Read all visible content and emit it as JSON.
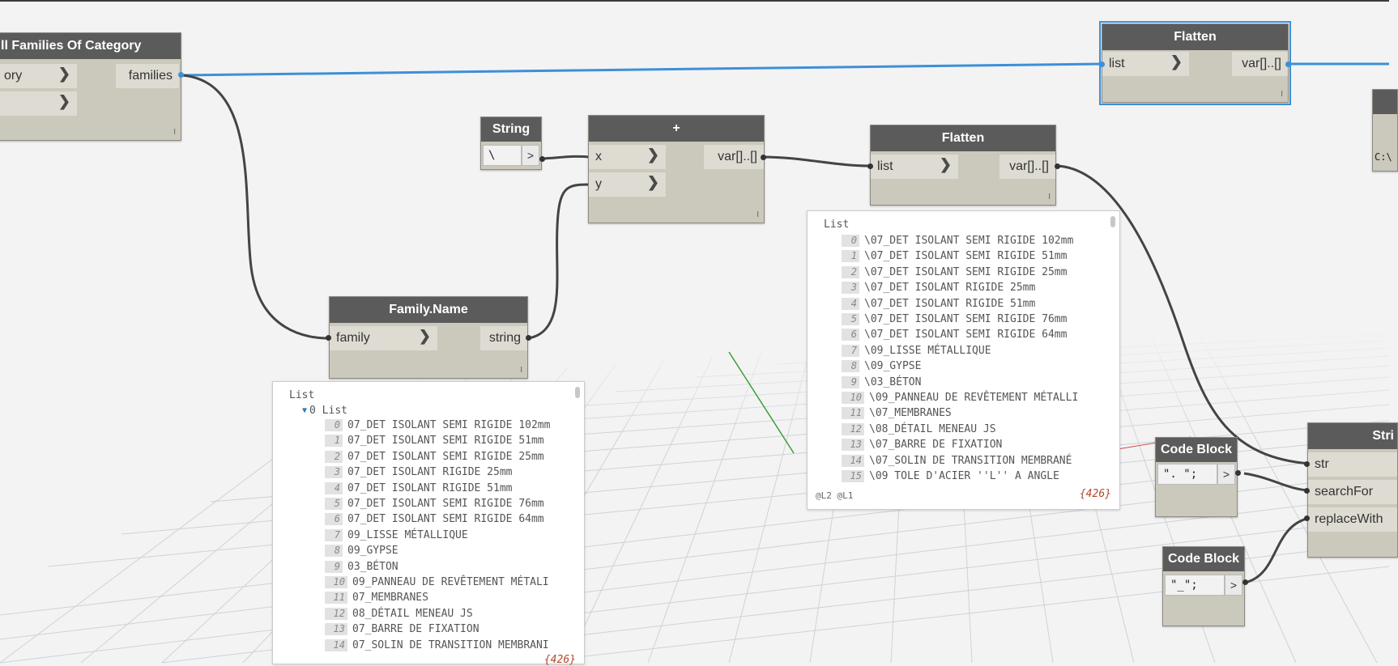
{
  "canvas": {
    "wire_color": "#3d8fd8",
    "grid_axis_color": "#3b9e3b",
    "grid_axis_red": "#d04a4a"
  },
  "nodes": {
    "all_families": {
      "title": "ll Families Of Category",
      "in1": "ory",
      "out1": "families"
    },
    "string_node": {
      "title": "String",
      "value": "\\",
      "arrow": ">"
    },
    "plus_node": {
      "title": "+",
      "in1": "x",
      "in2": "y",
      "out1": "var[]..[]"
    },
    "flatten_mid": {
      "title": "Flatten",
      "in1": "list",
      "out1": "var[]..[]"
    },
    "flatten_top": {
      "title": "Flatten",
      "in1": "list",
      "out1": "var[]..[]"
    },
    "family_name": {
      "title": "Family.Name",
      "in1": "family",
      "out1": "string"
    },
    "code_block_1": {
      "title": "Code Block",
      "value": "\". \";",
      "arrow": ">"
    },
    "code_block_2": {
      "title": "Code Block",
      "value": "\"_\";",
      "arrow": ">"
    },
    "string_replace": {
      "title": "Stri",
      "in1": "str",
      "in2": "searchFor",
      "in3": "replaceWith"
    },
    "edge_node": {
      "text": "C:\\"
    },
    "lacing": "I"
  },
  "preview_family": {
    "header": "List",
    "sub_header": "0 List",
    "items": [
      {
        "i": "0",
        "t": "07_DET ISOLANT SEMI RIGIDE 102mm"
      },
      {
        "i": "1",
        "t": "07_DET ISOLANT SEMI RIGIDE 51mm"
      },
      {
        "i": "2",
        "t": "07_DET ISOLANT SEMI RIGIDE 25mm"
      },
      {
        "i": "3",
        "t": "07_DET ISOLANT RIGIDE 25mm"
      },
      {
        "i": "4",
        "t": "07_DET ISOLANT RIGIDE 51mm"
      },
      {
        "i": "5",
        "t": "07_DET ISOLANT SEMI RIGIDE 76mm"
      },
      {
        "i": "6",
        "t": "07_DET ISOLANT SEMI RIGIDE 64mm"
      },
      {
        "i": "7",
        "t": "09_LISSE MÉTALLIQUE"
      },
      {
        "i": "8",
        "t": "09_GYPSE"
      },
      {
        "i": "9",
        "t": "03_BÉTON"
      },
      {
        "i": "10",
        "t": "09_PANNEAU DE REVÊTEMENT MÉTALI"
      },
      {
        "i": "11",
        "t": "07_MEMBRANES"
      },
      {
        "i": "12",
        "t": "08_DÉTAIL MENEAU JS"
      },
      {
        "i": "13",
        "t": "07_BARRE DE FIXATION"
      },
      {
        "i": "14",
        "t": "07_SOLIN DE TRANSITION MEMBRANI"
      }
    ],
    "count": "{426}"
  },
  "preview_flatten": {
    "header": "List",
    "items": [
      {
        "i": "0",
        "t": "\\07_DET ISOLANT SEMI RIGIDE 102mm"
      },
      {
        "i": "1",
        "t": "\\07_DET ISOLANT SEMI RIGIDE 51mm"
      },
      {
        "i": "2",
        "t": "\\07_DET ISOLANT SEMI RIGIDE 25mm"
      },
      {
        "i": "3",
        "t": "\\07_DET ISOLANT RIGIDE 25mm"
      },
      {
        "i": "4",
        "t": "\\07_DET ISOLANT RIGIDE 51mm"
      },
      {
        "i": "5",
        "t": "\\07_DET ISOLANT SEMI RIGIDE 76mm"
      },
      {
        "i": "6",
        "t": "\\07_DET ISOLANT SEMI RIGIDE 64mm"
      },
      {
        "i": "7",
        "t": "\\09_LISSE MÉTALLIQUE"
      },
      {
        "i": "8",
        "t": "\\09_GYPSE"
      },
      {
        "i": "9",
        "t": "\\03_BÉTON"
      },
      {
        "i": "10",
        "t": "\\09_PANNEAU DE REVÊTEMENT MÉTALLI"
      },
      {
        "i": "11",
        "t": "\\07_MEMBRANES"
      },
      {
        "i": "12",
        "t": "\\08_DÉTAIL MENEAU JS"
      },
      {
        "i": "13",
        "t": "\\07_BARRE DE FIXATION"
      },
      {
        "i": "14",
        "t": "\\07_SOLIN DE TRANSITION MEMBRANÉ"
      },
      {
        "i": "15",
        "t": "\\09 TOLE D'ACIER ''L'' A ANGLE"
      }
    ],
    "levels": "@L2 @L1",
    "count": "{426}"
  }
}
